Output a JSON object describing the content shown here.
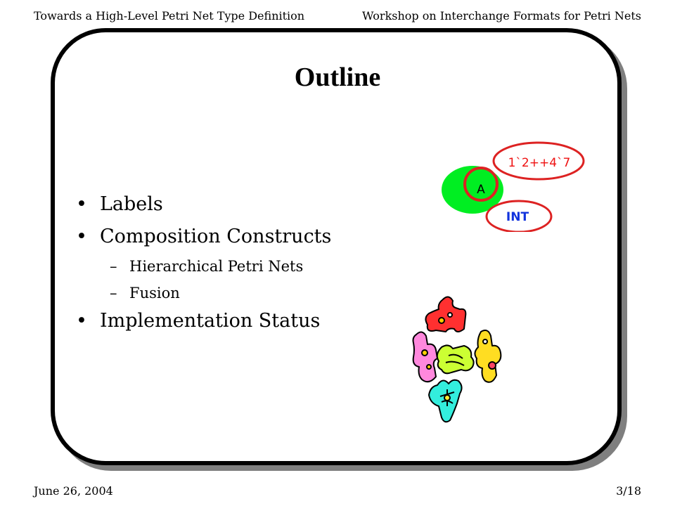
{
  "header": {
    "left": "Towards a High-Level Petri Net Type Definition",
    "right": "Workshop on Interchange Formats for Petri Nets"
  },
  "slide": {
    "title": "Outline",
    "bullets": [
      {
        "text": "Labels"
      },
      {
        "text": "Composition Constructs",
        "sub": [
          "Hierarchical Petri Nets",
          "Fusion"
        ]
      },
      {
        "text": "Implementation Status"
      }
    ],
    "bullet_marker": "•",
    "sub_marker": "–"
  },
  "diagram": {
    "place_label": "A",
    "marking_label": "1`2++4`7",
    "type_label": "INT",
    "colors": {
      "place": "#00ee22",
      "ring": "#dd2222",
      "marking_text": "#ee1111",
      "type_text": "#1133dd"
    }
  },
  "footer": {
    "date": "June 26, 2004",
    "page": "3/18"
  }
}
